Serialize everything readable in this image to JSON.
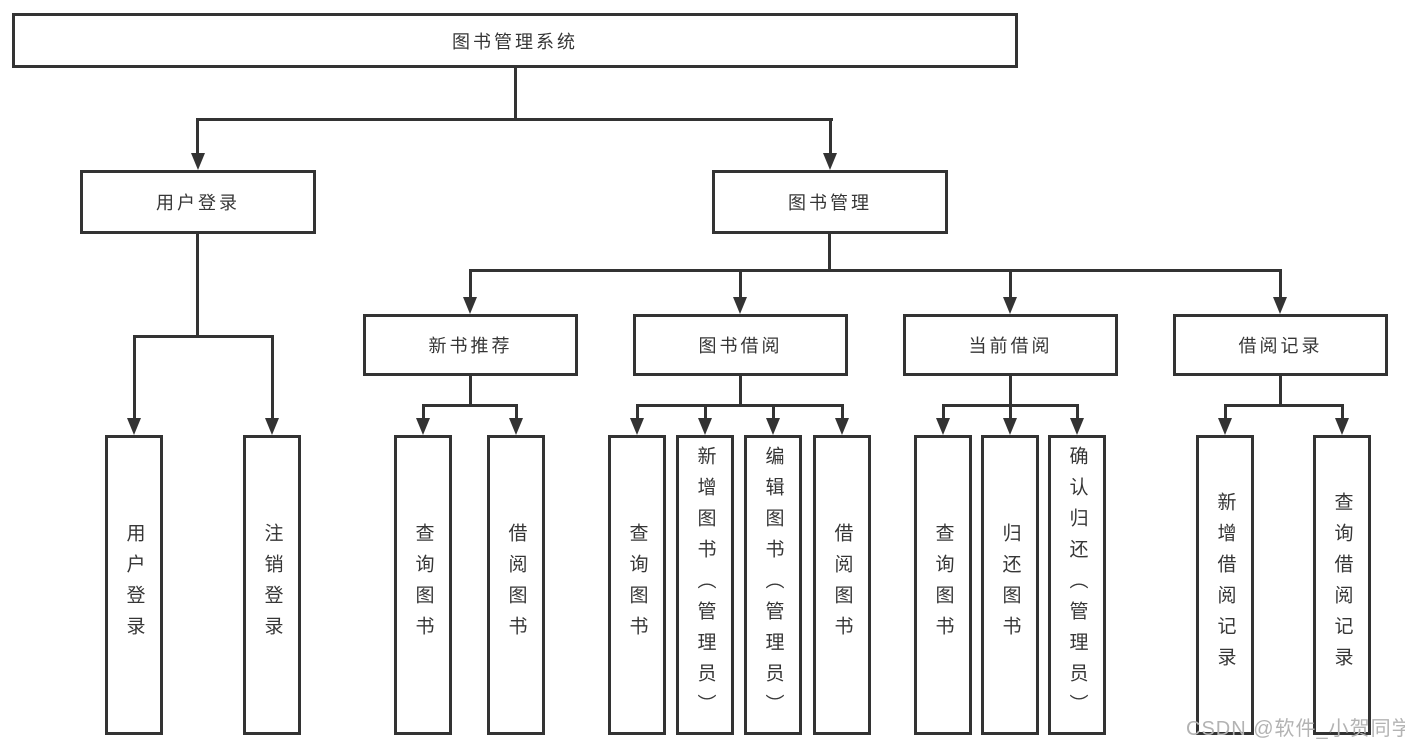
{
  "diagram": {
    "root": {
      "label": "图书管理系统"
    },
    "branches": [
      {
        "label": "用户登录",
        "children": [
          {
            "label": "用户登录"
          },
          {
            "label": "注销登录"
          }
        ]
      },
      {
        "label": "图书管理",
        "children": [
          {
            "label": "新书推荐",
            "children": [
              {
                "label": "查询图书"
              },
              {
                "label": "借阅图书"
              }
            ]
          },
          {
            "label": "图书借阅",
            "children": [
              {
                "label": "查询图书"
              },
              {
                "label": "新增图书（管理员）"
              },
              {
                "label": "编辑图书（管理员）"
              },
              {
                "label": "借阅图书"
              }
            ]
          },
          {
            "label": "当前借阅",
            "children": [
              {
                "label": "查询图书"
              },
              {
                "label": "归还图书"
              },
              {
                "label": "确认归还（管理员）"
              }
            ]
          },
          {
            "label": "借阅记录",
            "children": [
              {
                "label": "新增借阅记录"
              },
              {
                "label": "查询借阅记录"
              }
            ]
          }
        ]
      }
    ],
    "watermark": "CSDN @软件_小贺同学",
    "colors": {
      "line": "#333333",
      "text": "#363636",
      "watermark": "#b3b3b3",
      "background": "#ffffff"
    }
  }
}
